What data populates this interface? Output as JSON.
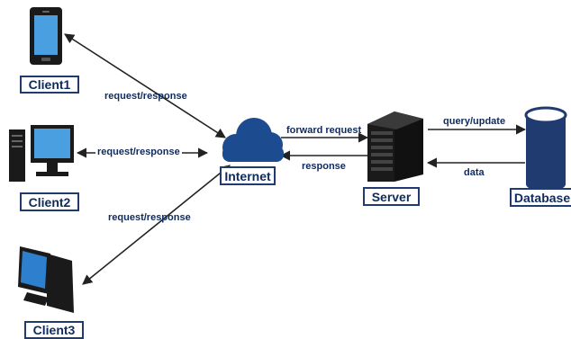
{
  "nodes": {
    "client1": "Client1",
    "client2": "Client2",
    "client3": "Client3",
    "internet": "Internet",
    "server": "Server",
    "database": "Database"
  },
  "edges": {
    "client1_link": "request/response",
    "client2_link": "request/response",
    "client3_link": "request/response",
    "forward": "forward request",
    "response": "response",
    "query": "query/update",
    "data": "data"
  },
  "colors": {
    "navy": "#1f3b70",
    "cloud": "#1c4b8f",
    "screen": "#4a9fe0",
    "device": "#222222"
  },
  "icons": [
    "smartphone-icon",
    "desktop-computer-icon",
    "computer-icon",
    "cloud-icon",
    "server-icon",
    "database-icon"
  ]
}
